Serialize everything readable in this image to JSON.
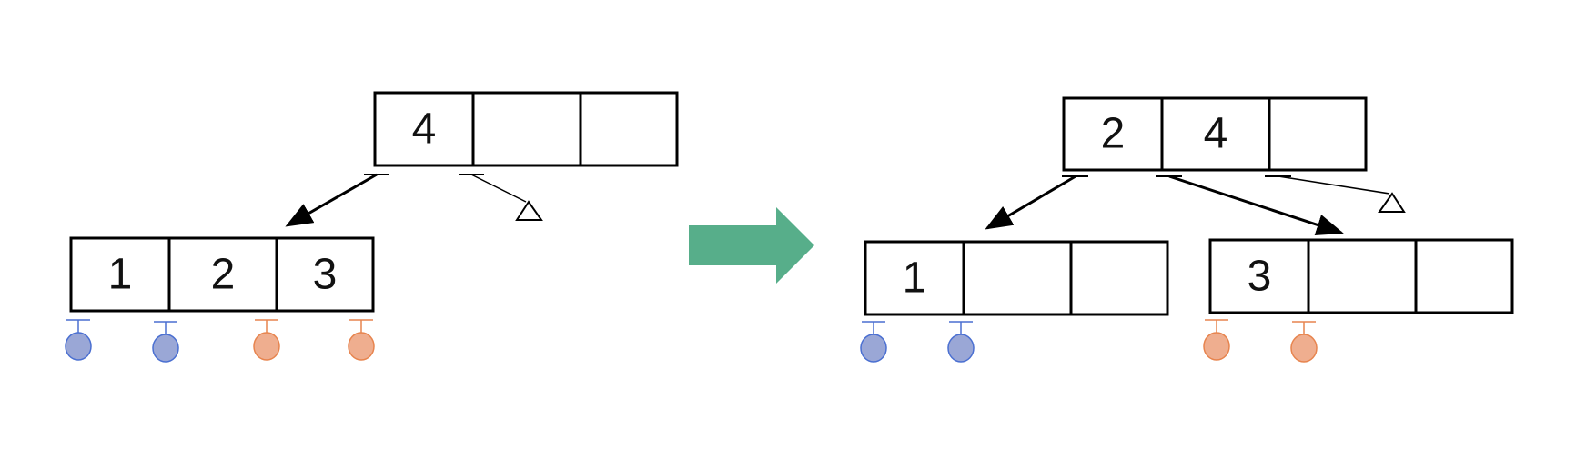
{
  "colors": {
    "stroke": "#000000",
    "blue_fill": "#9aa7d6",
    "blue_stroke": "#4a6fd1",
    "orange_fill": "#efae8f",
    "orange_stroke": "#e7844e",
    "arrow": "#57ae8a"
  },
  "before": {
    "root_keys": [
      "4",
      "",
      ""
    ],
    "child_keys": [
      "1",
      "2",
      "3"
    ],
    "pointer_colors": [
      "blue",
      "blue",
      "orange",
      "orange"
    ]
  },
  "transition_icon": "right-arrow-icon",
  "after": {
    "root_keys": [
      "2",
      "4",
      ""
    ],
    "left_child_keys": [
      "1",
      "",
      ""
    ],
    "right_child_keys": [
      "3",
      "",
      ""
    ],
    "left_pointer_colors": [
      "blue",
      "blue"
    ],
    "right_pointer_colors": [
      "orange",
      "orange"
    ]
  }
}
